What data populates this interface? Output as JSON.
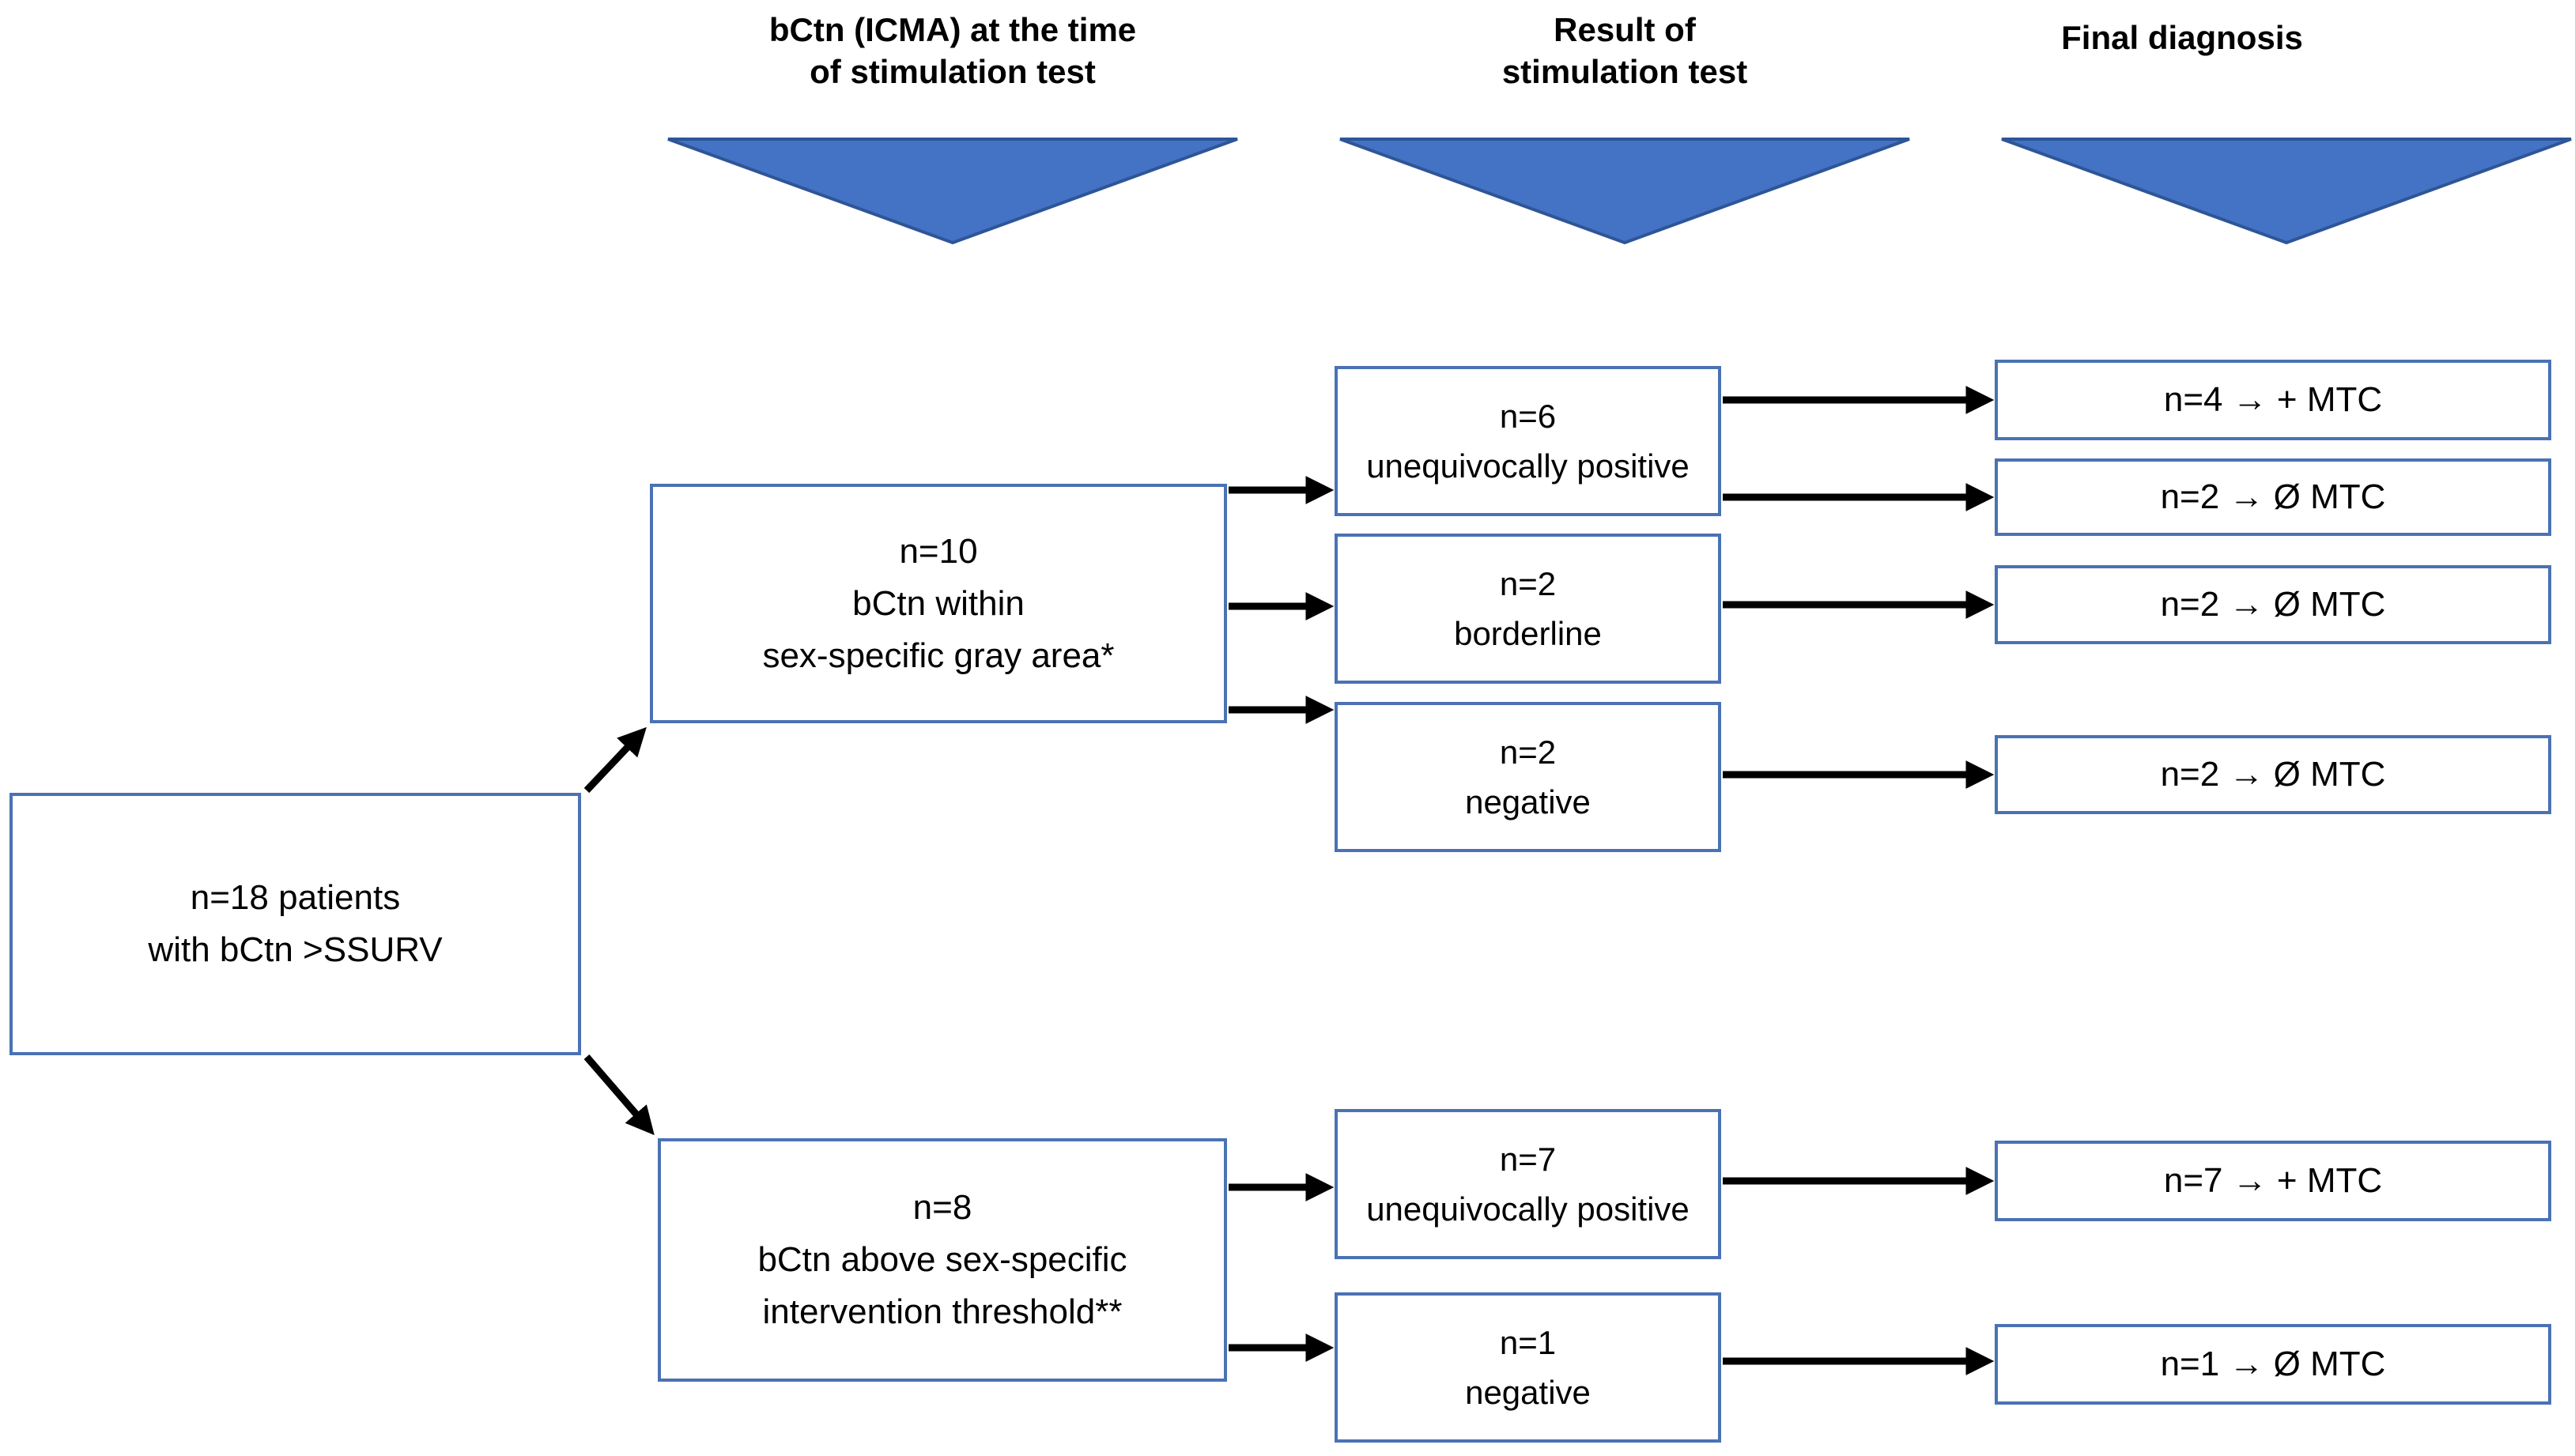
{
  "colors": {
    "box-border": "#4a72b4",
    "triangle-fill": "#4472c4",
    "triangle-border": "#2e5597",
    "arrow": "#000000",
    "text": "#000000"
  },
  "columns": [
    {
      "header": "bCtn (ICMA) at the time\nof stimulation test"
    },
    {
      "header": "Result of\nstimulation test"
    },
    {
      "header": "Final diagnosis"
    }
  ],
  "nodes": {
    "root": "n=18 patients\nwith bCtn >SSURV",
    "gray_area": "n=10\nbCtn within\nsex-specific gray area*",
    "above_threshold": "n=8\nbCtn above sex-specific\nintervention threshold**",
    "result_gray_positive": "n=6\nunequivocally positive",
    "result_gray_borderline": "n=2\nborderline",
    "result_gray_negative": "n=2\nnegative",
    "result_above_positive": "n=7\nunequivocally positive",
    "result_above_negative": "n=1\nnegative",
    "final_gray_positive_mtc": "n=4 → + MTC",
    "final_gray_positive_no_mtc": "n=2 → Ø MTC",
    "final_gray_borderline_no_mtc": "n=2 → Ø MTC",
    "final_gray_negative_no_mtc": "n=2 → Ø MTC",
    "final_above_positive_mtc": "n=7 → + MTC",
    "final_above_negative_no_mtc": "n=1 → Ø MTC"
  }
}
